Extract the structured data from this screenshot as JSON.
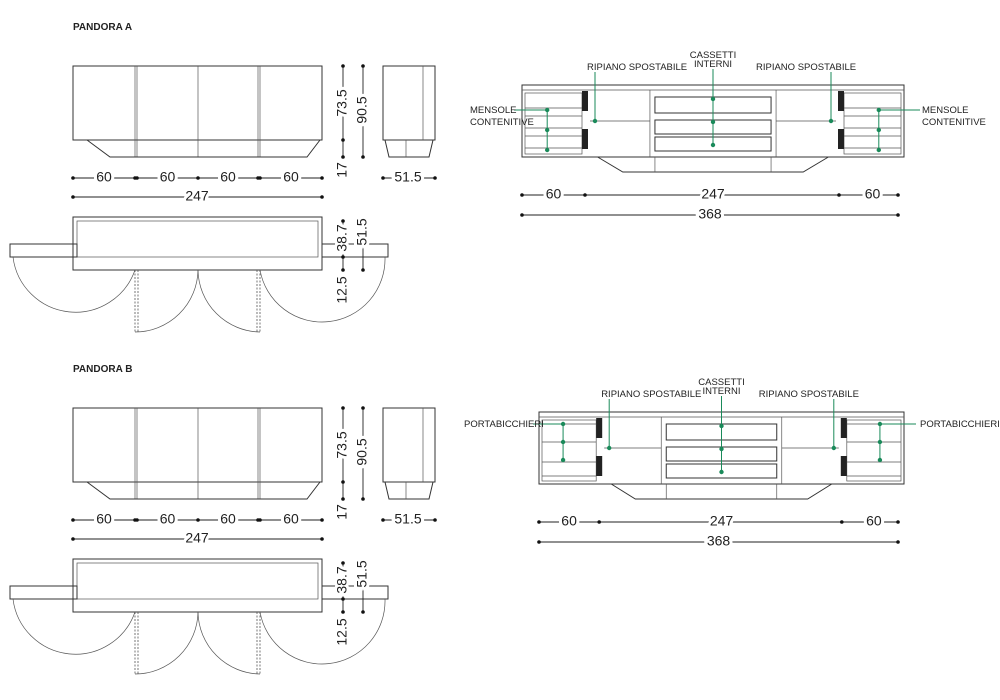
{
  "sections": [
    {
      "title": "PANDORA A",
      "front": {
        "widths": [
          "60",
          "60",
          "60",
          "60"
        ],
        "total": "247",
        "cabinet_height": "73.5",
        "base_height": "17",
        "overall_height": "90.5",
        "side_depth": "51.5"
      },
      "plan": {
        "inner_depth": "38.7",
        "depth": "51.5",
        "door_offset": "12.5"
      },
      "elevation": {
        "side_label": [
          "MENSOLE",
          "CONTENITIVE"
        ],
        "shelf_label": "RIPIANO SPOSTABILE",
        "drawers_label": [
          "CASSETTI",
          "INTERNI"
        ],
        "widths": [
          "60",
          "247",
          "60"
        ],
        "total": "368"
      }
    },
    {
      "title": "PANDORA B",
      "front": {
        "widths": [
          "60",
          "60",
          "60",
          "60"
        ],
        "total": "247",
        "cabinet_height": "73.5",
        "base_height": "17",
        "overall_height": "90.5",
        "side_depth": "51.5"
      },
      "plan": {
        "inner_depth": "38.7",
        "depth": "51.5",
        "door_offset": "12.5"
      },
      "elevation": {
        "side_label": [
          "PORTABICCHIERI"
        ],
        "shelf_label": "RIPIANO SPOSTABILE",
        "drawers_label": [
          "CASSETTI",
          "INTERNI"
        ],
        "widths": [
          "60",
          "247",
          "60"
        ],
        "total": "368"
      }
    }
  ],
  "colors": {
    "leader": "#1a8a5a",
    "line": "#333333"
  }
}
